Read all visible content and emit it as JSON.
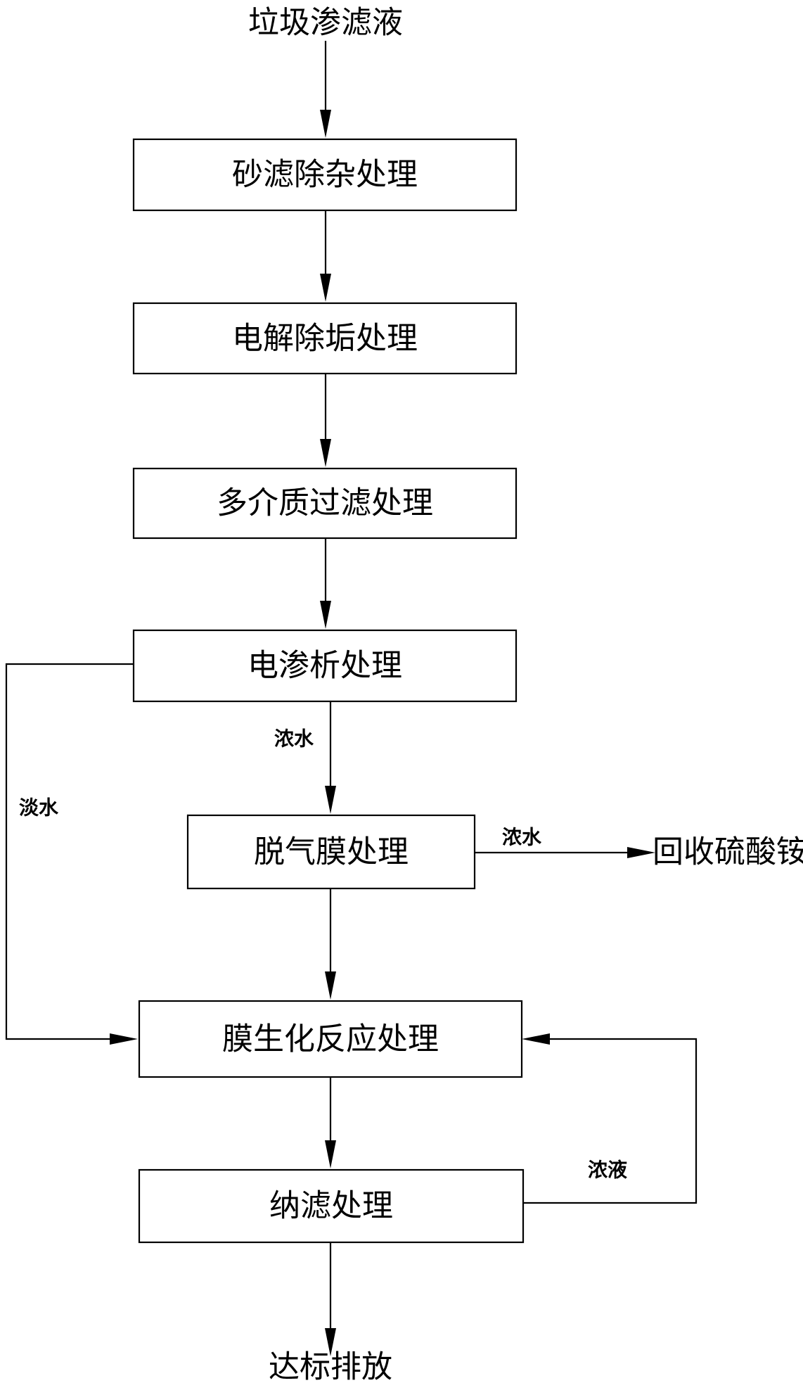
{
  "input_label": "垃圾渗滤液",
  "steps": [
    "砂滤除杂处理",
    "电解除垢处理",
    "多介质过滤处理",
    "电渗析处理",
    "脱气膜处理",
    "膜生化反应处理",
    "纳滤处理"
  ],
  "edge_labels": {
    "electrodialysis_concentrate": "浓水",
    "electrodialysis_dilute": "淡水",
    "degassing_concentrate": "浓水",
    "nanofiltration_concentrate": "浓液"
  },
  "recovery_label": "回收硫酸铵",
  "output_label": "达标排放"
}
